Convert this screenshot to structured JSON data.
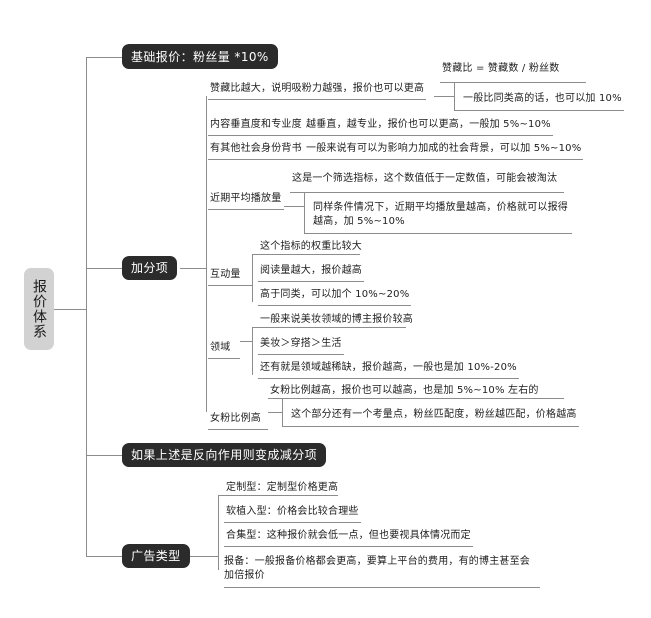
{
  "map": {
    "root": "报价体系",
    "branches": [
      {
        "label": "基础报价：粉丝量 *10%",
        "kind": "dark-node"
      },
      {
        "label": "加分项",
        "kind": "dark-node",
        "children": [
          {
            "label": "赞藏比越大，说明吸粉力越强，报价也可以更高",
            "items": [
              "赞藏比 = 赞藏数 / 粉丝数",
              "一般比同类高的话，也可以加 10%"
            ]
          },
          {
            "label": "内容垂直度和专业度",
            "items": [
              "越垂直，越专业，报价也可以更高，一般加 5%~10%"
            ]
          },
          {
            "label": "有其他社会身份背书",
            "items": [
              "一般来说有可以为影响力加成的社会背景，可以加 5%~10%"
            ]
          },
          {
            "label": "近期平均播放量",
            "items": [
              "这是一个筛选指标，这个数值低于一定数值，可能会被淘汰",
              "同样条件情况下，近期平均播放量越高，价格就可以报得越高，加 5%~10%"
            ]
          },
          {
            "label": "互动量",
            "items": [
              "这个指标的权重比较大",
              "阅读量越大，报价越高",
              "高于同类，可以加个 10%~20%"
            ]
          },
          {
            "label": "领域",
            "items": [
              "一般来说美妆领域的博主报价较高",
              "美妆＞穿搭＞生活",
              "还有就是领域越稀缺，报价越高，一般也是加 10%-20%"
            ]
          },
          {
            "label": "女粉比例高",
            "items": [
              "女粉比例越高，报价也可以越高，也是加 5%~10% 左右的",
              "这个部分还有一个考量点，粉丝匹配度，粉丝越匹配，价格越高"
            ]
          }
        ]
      },
      {
        "label": "如果上述是反向作用则变成减分项",
        "kind": "dark-node"
      },
      {
        "label": "广告类型",
        "kind": "dark-node",
        "items": [
          "定制型：定制型价格更高",
          "软植入型：价格会比较合理些",
          "合集型：这种报价就会低一点，但也要视具体情况而定",
          "报备：一般报备价格都会更高，要算上平台的费用，有的博主甚至会加倍报价"
        ]
      }
    ]
  },
  "colors": {
    "node_dark": "#2b2b2b",
    "node_root": "#d2d2d2",
    "line": "#8c8c8c",
    "text": "#1d1d1d",
    "background": "#ffffff"
  }
}
